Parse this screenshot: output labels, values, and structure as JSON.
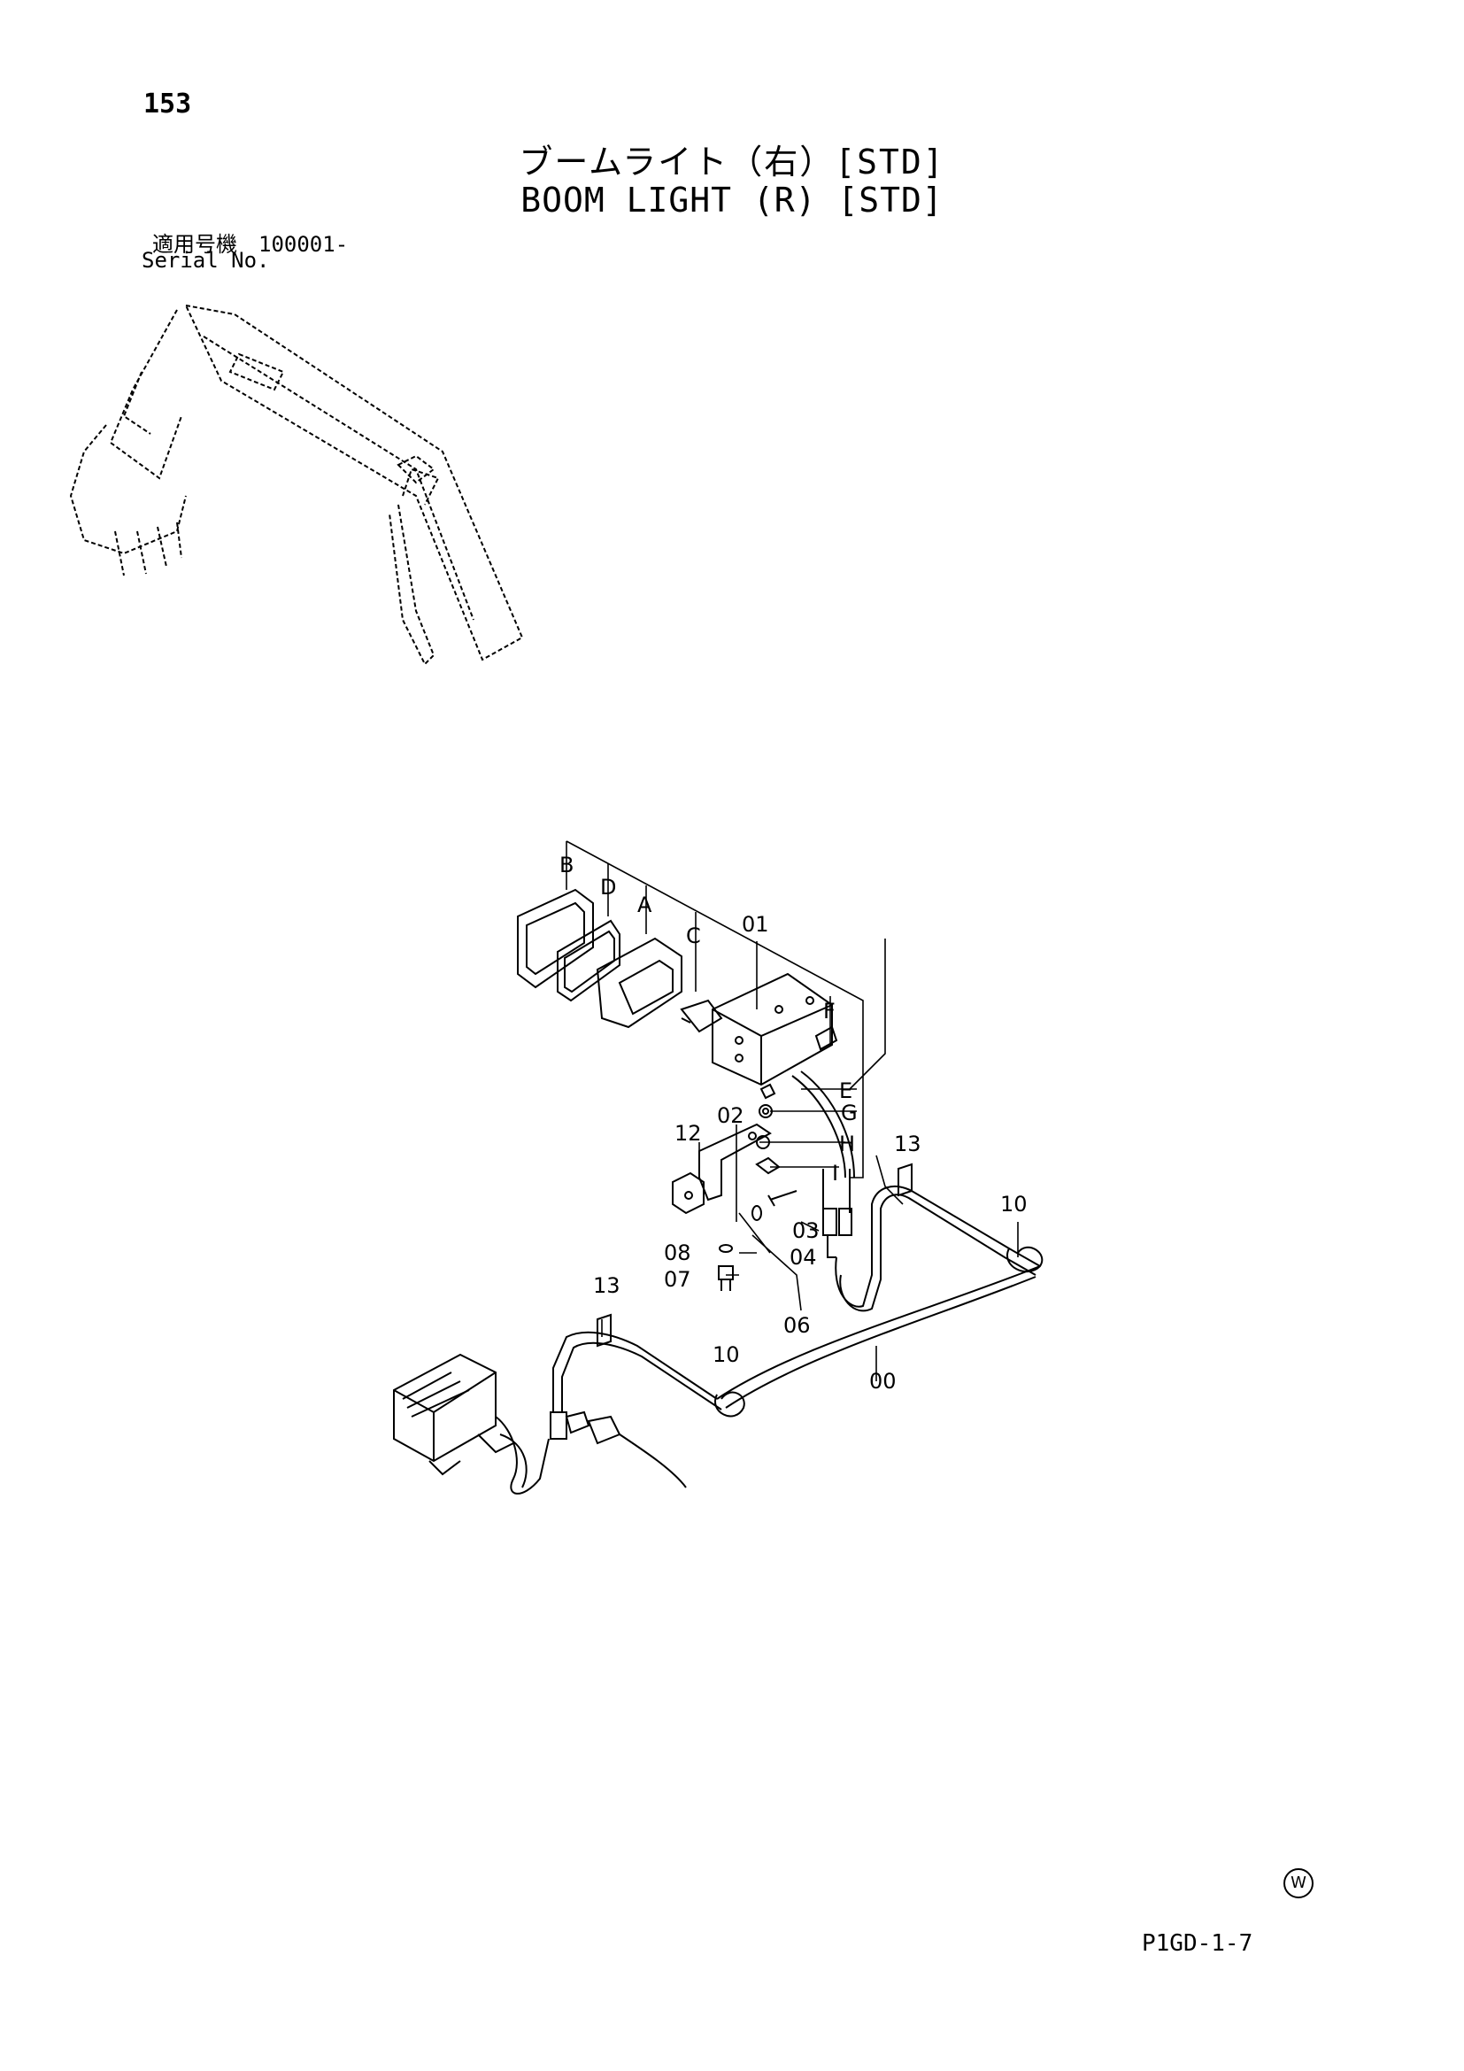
{
  "header": {
    "page_number": "153",
    "title_jp": "ブームライト（右）[STD]",
    "title_en": "BOOM LIGHT (R) [STD]",
    "serial_jp": "適用号機　100001-",
    "serial_en": "Serial No."
  },
  "diagram": {
    "labels": {
      "B": "B",
      "D": "D",
      "A": "A",
      "C": "C",
      "p01": "01",
      "F": "F",
      "E": "E",
      "G": "G",
      "H": "H",
      "I": "I",
      "p02": "02",
      "p12": "12",
      "p13a": "13",
      "p13b": "13",
      "p10a": "10",
      "p10b": "10",
      "p03": "03",
      "p04": "04",
      "p08": "08",
      "p07": "07",
      "p06": "06",
      "p00": "00"
    }
  },
  "footer": {
    "mark": "W",
    "code": "P1GD-1-7"
  }
}
